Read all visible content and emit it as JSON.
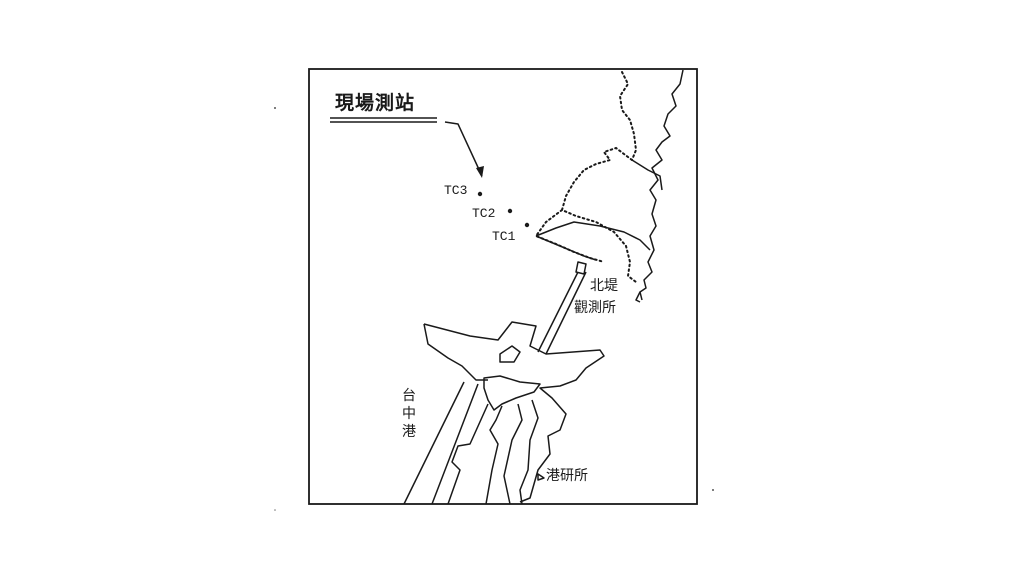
{
  "map": {
    "title": "現場測站",
    "stations": [
      {
        "id": "TC3",
        "label": "TC3"
      },
      {
        "id": "TC2",
        "label": "TC2"
      },
      {
        "id": "TC1",
        "label": "TC1"
      }
    ],
    "places": {
      "north_breakwater_line1": "北堤",
      "north_breakwater_line2": "觀測所",
      "taichung_port": [
        "台",
        "中",
        "港"
      ],
      "research_institute": "港研所"
    }
  }
}
